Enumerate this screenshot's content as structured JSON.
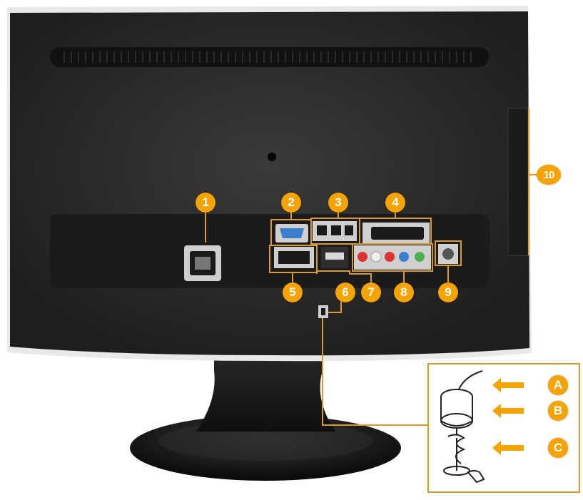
{
  "colors": {
    "badge": "#f5a300",
    "callout": "#d99a2a",
    "panel": "#2a2a2a",
    "bezel": "#e8e8e8"
  },
  "callouts": {
    "c1": "1",
    "c2": "2",
    "c3": "3",
    "c4": "4",
    "c5": "5",
    "c6": "6",
    "c7": "7",
    "c8": "8",
    "c9": "9",
    "c10": "10",
    "ca": "A",
    "cb": "B",
    "cc": "C"
  }
}
